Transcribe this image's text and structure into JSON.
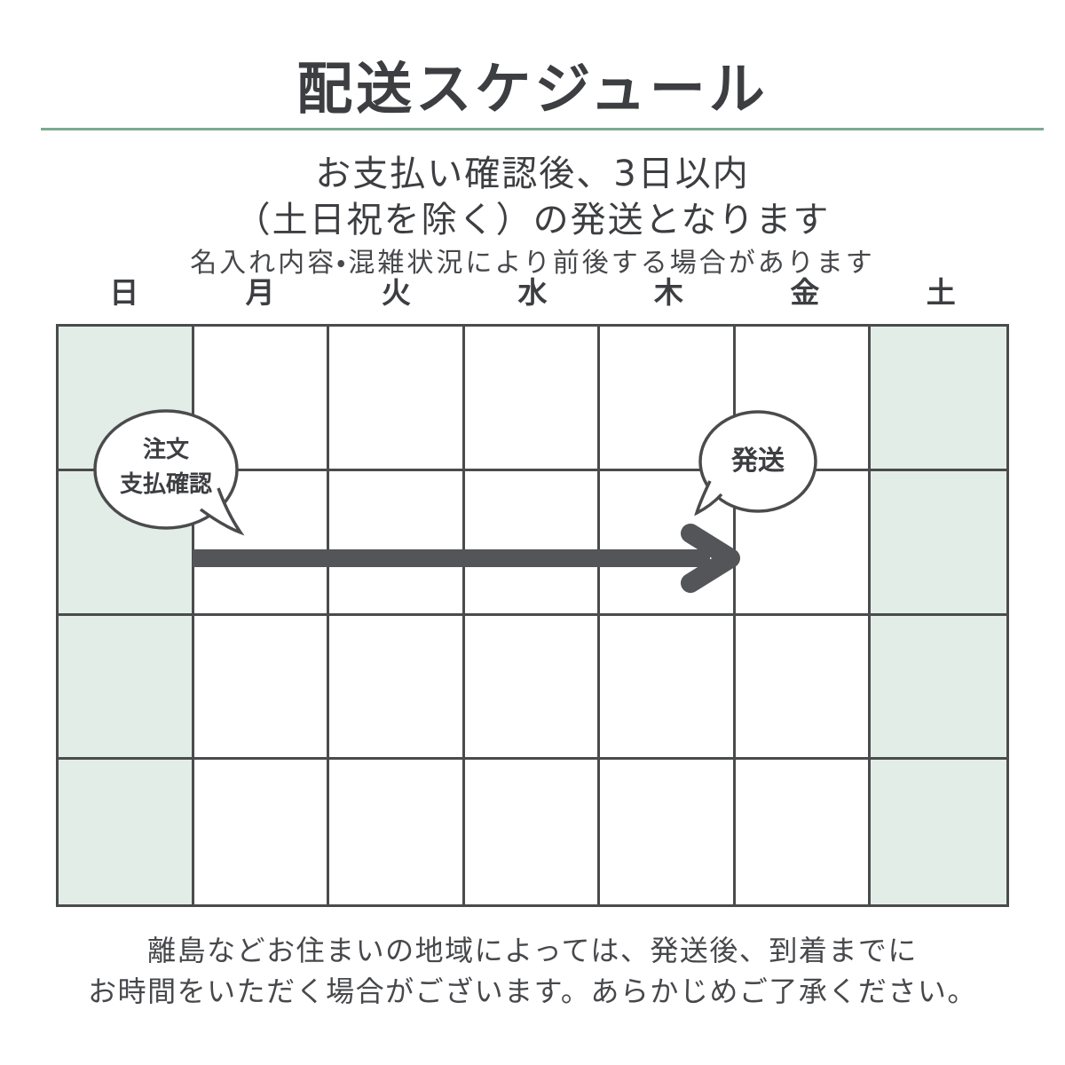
{
  "page": {
    "title": "配送スケジュール",
    "subtitle_line1": "お支払い確認後、3日以内",
    "subtitle_line2": "（土日祝を除く）の発送となります",
    "note": "名入れ内容・混雑状況により前後する場合があります",
    "footer_line1": "離島などお住まいの地域によっては、発送後、到着までに",
    "footer_line2": "お時間をいただく場合がございます。あらかじめご了承ください。"
  },
  "calendar": {
    "days": [
      "日",
      "月",
      "火",
      "水",
      "木",
      "金",
      "土"
    ],
    "rows": 4,
    "weekend_columns": [
      0,
      6
    ]
  },
  "annotations": {
    "order_bubble_line1": "注文",
    "order_bubble_line2": "支払確認",
    "ship_bubble_label": "発送",
    "arrow_span": "月〜木"
  },
  "icons": {
    "shipping_arrow": "thick-right-arrow",
    "order_bubble": "speech-bubble",
    "ship_bubble": "speech-bubble"
  },
  "colors": {
    "text_dark": "#3d3e41",
    "text_body": "#47484b",
    "accent_green_line": "#7baa8f",
    "weekend_cell_green": "#e3ede7",
    "grid_line": "#4a4b4d",
    "arrow_gray": "#545559"
  }
}
